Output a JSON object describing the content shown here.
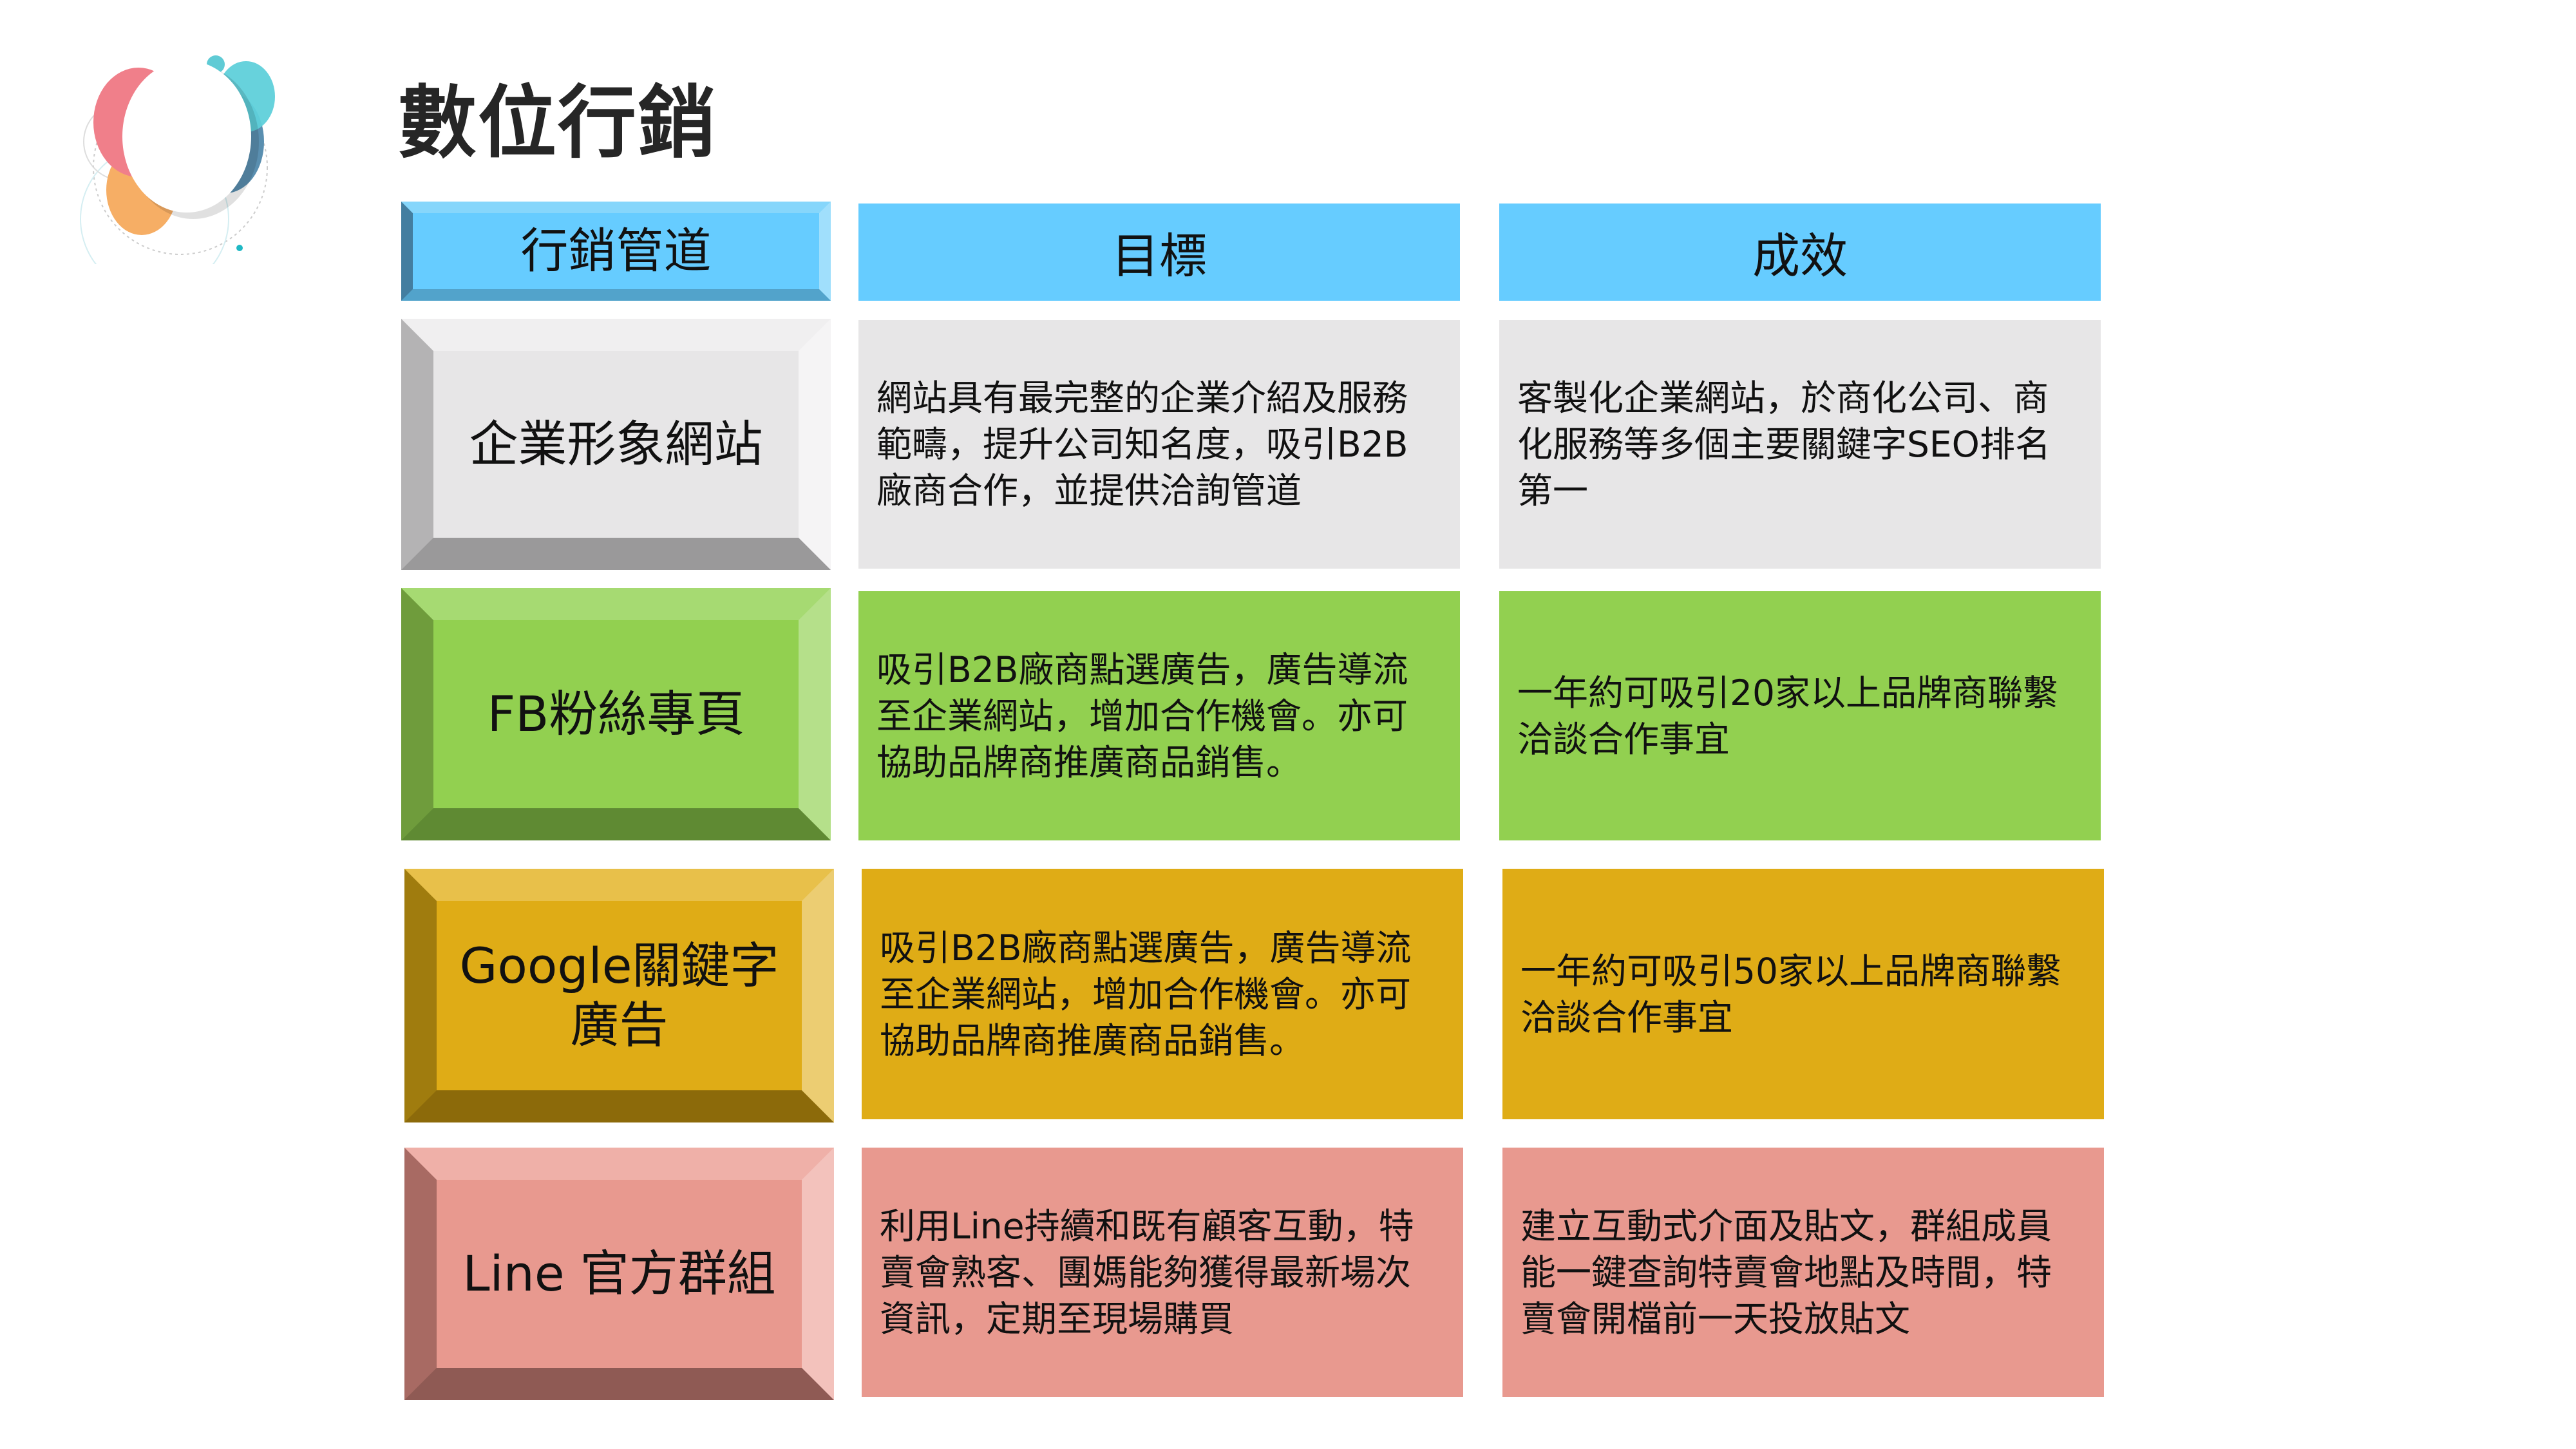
{
  "title": "數位行銷",
  "headers": [
    "行銷管道",
    "目標",
    "成效"
  ],
  "rows": [
    {
      "channel": "企業形象網站",
      "goal": "網站具有最完整的企業介紹及服務範疇，提升公司知名度，吸引B2B廠商合作，並提供洽詢管道",
      "result": "客製化企業網站，於商化公司、商化服務等多個主要關鍵字SEO排名第一",
      "color": "#e7e6e7"
    },
    {
      "channel": "FB粉絲專頁",
      "goal": "吸引B2B廠商點選廣告，廣告導流至企業網站，增加合作機會。亦可協助品牌商推廣商品銷售。",
      "result": "一年約可吸引20家以上品牌商聯繫洽談合作事宜",
      "color": "#92d050"
    },
    {
      "channel": "Google關鍵字廣告",
      "goal": "吸引B2B廠商點選廣告，廣告導流至企業網站，增加合作機會。亦可協助品牌商推廣商品銷售。",
      "result": "一年約可吸引50家以上品牌商聯繫洽談合作事宜",
      "color": "#dfac16"
    },
    {
      "channel": "Line 官方群組",
      "goal": "利用Line持續和既有顧客互動，特賣會熟客、團媽能夠獲得最新場次資訊，定期至現場購買",
      "result": "建立互動式介面及貼文，群組成員能一鍵查詢特賣會地點及時間，特賣會開檔前一天投放貼文",
      "color": "#e8998f"
    }
  ],
  "header_color": "#66ccff"
}
